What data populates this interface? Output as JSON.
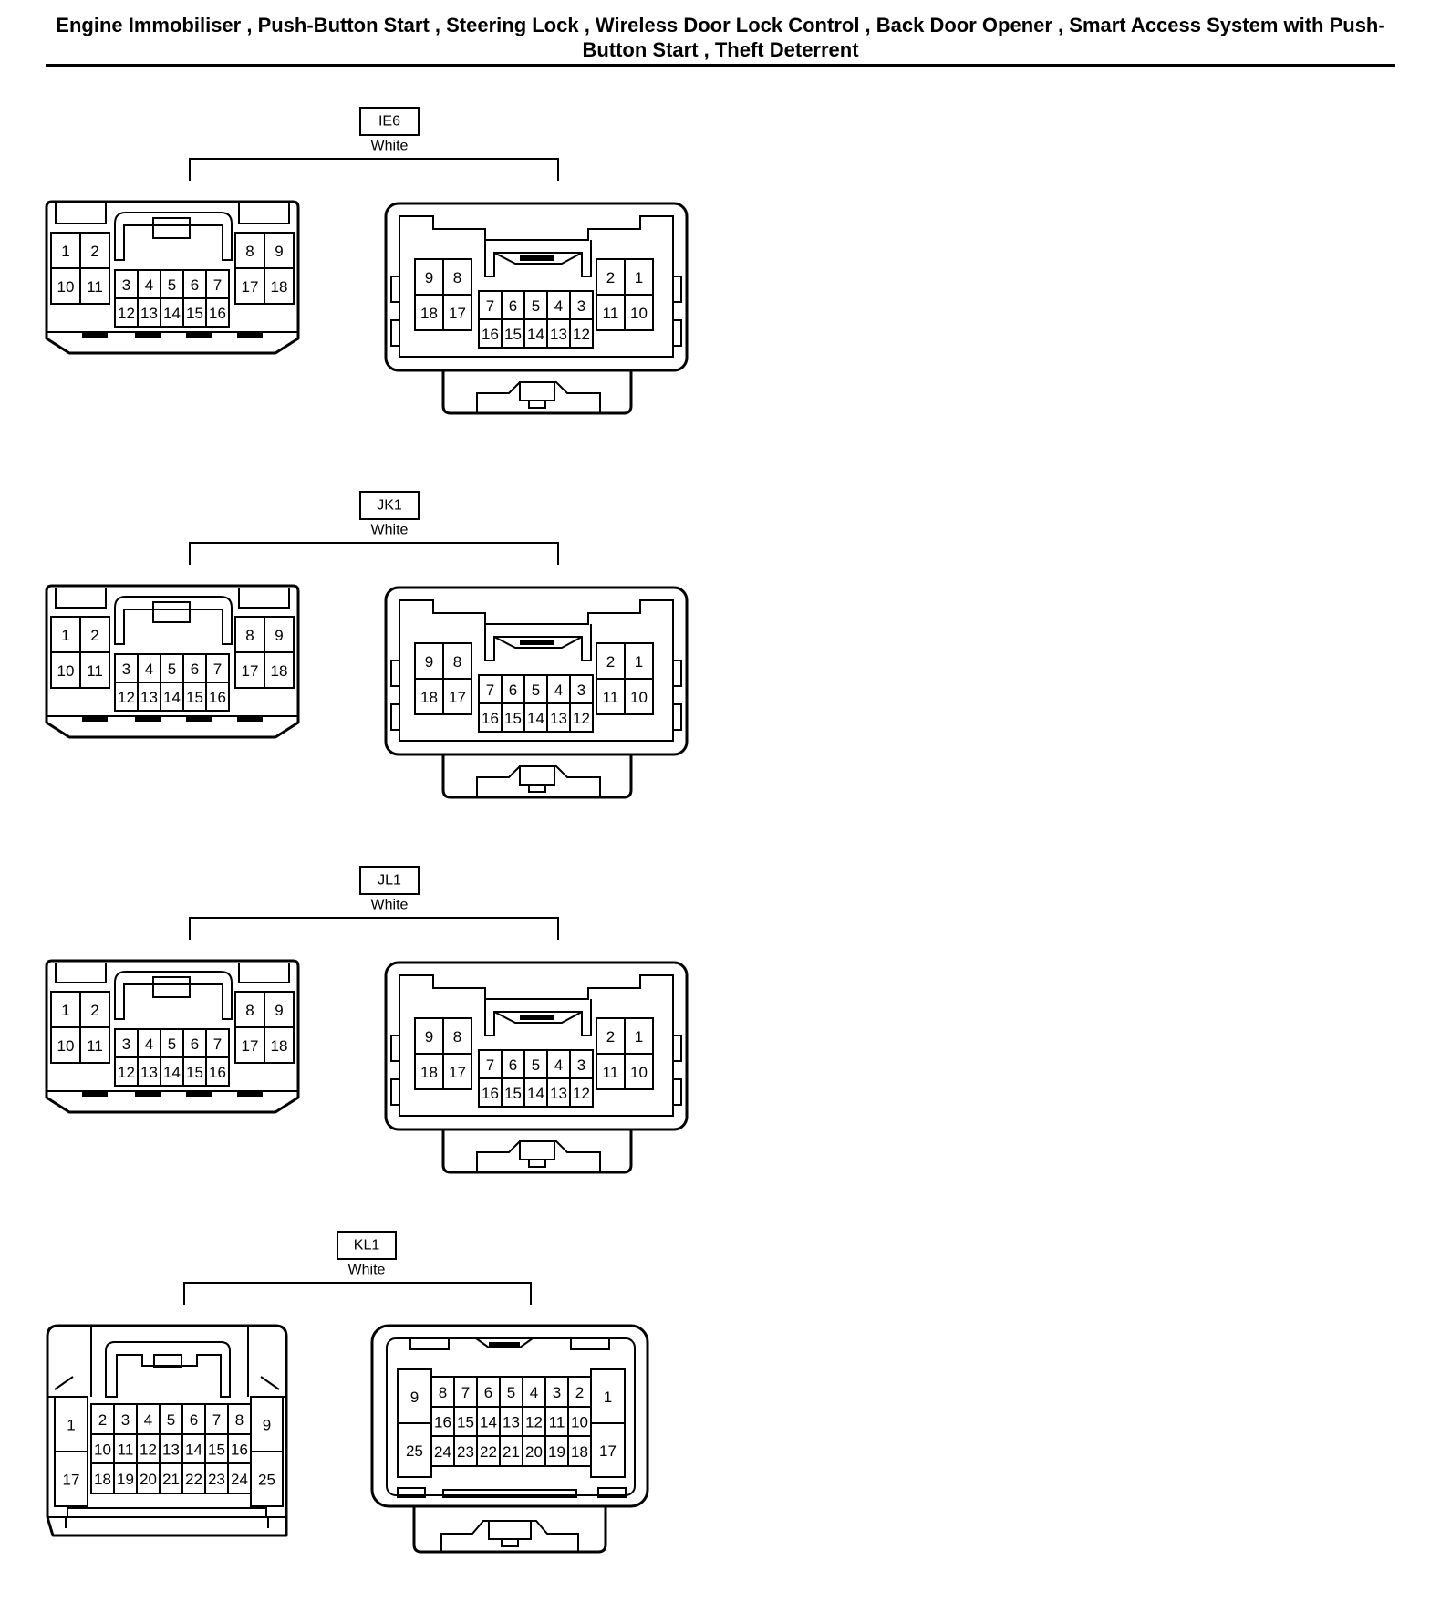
{
  "header": {
    "title_line1": "Engine Immobiliser , Push-Button Start , Steering Lock , Wireless Door Lock Control , Back Door Opener , Smart Access System with Push-",
    "title_line2": "Button Start , Theft Deterrent"
  },
  "connectors": [
    {
      "id": "IE6",
      "color_label": "White",
      "layout": "18",
      "left_pins": {
        "l_top": [
          "1",
          "2"
        ],
        "l_bot": [
          "10",
          "11"
        ],
        "c_top": [
          "3",
          "4",
          "5",
          "6",
          "7"
        ],
        "c_bot": [
          "12",
          "13",
          "14",
          "15",
          "16"
        ],
        "r_top": [
          "8",
          "9"
        ],
        "r_bot": [
          "17",
          "18"
        ]
      },
      "right_pins": {
        "l_top": [
          "9",
          "8"
        ],
        "l_bot": [
          "18",
          "17"
        ],
        "c_top": [
          "7",
          "6",
          "5",
          "4",
          "3"
        ],
        "c_bot": [
          "16",
          "15",
          "14",
          "13",
          "12"
        ],
        "r_top": [
          "2",
          "1"
        ],
        "r_bot": [
          "11",
          "10"
        ]
      }
    },
    {
      "id": "JK1",
      "color_label": "White",
      "layout": "18",
      "left_pins": {
        "l_top": [
          "1",
          "2"
        ],
        "l_bot": [
          "10",
          "11"
        ],
        "c_top": [
          "3",
          "4",
          "5",
          "6",
          "7"
        ],
        "c_bot": [
          "12",
          "13",
          "14",
          "15",
          "16"
        ],
        "r_top": [
          "8",
          "9"
        ],
        "r_bot": [
          "17",
          "18"
        ]
      },
      "right_pins": {
        "l_top": [
          "9",
          "8"
        ],
        "l_bot": [
          "18",
          "17"
        ],
        "c_top": [
          "7",
          "6",
          "5",
          "4",
          "3"
        ],
        "c_bot": [
          "16",
          "15",
          "14",
          "13",
          "12"
        ],
        "r_top": [
          "2",
          "1"
        ],
        "r_bot": [
          "11",
          "10"
        ]
      }
    },
    {
      "id": "JL1",
      "color_label": "White",
      "layout": "18",
      "left_pins": {
        "l_top": [
          "1",
          "2"
        ],
        "l_bot": [
          "10",
          "11"
        ],
        "c_top": [
          "3",
          "4",
          "5",
          "6",
          "7"
        ],
        "c_bot": [
          "12",
          "13",
          "14",
          "15",
          "16"
        ],
        "r_top": [
          "8",
          "9"
        ],
        "r_bot": [
          "17",
          "18"
        ]
      },
      "right_pins": {
        "l_top": [
          "9",
          "8"
        ],
        "l_bot": [
          "18",
          "17"
        ],
        "c_top": [
          "7",
          "6",
          "5",
          "4",
          "3"
        ],
        "c_bot": [
          "16",
          "15",
          "14",
          "13",
          "12"
        ],
        "r_top": [
          "2",
          "1"
        ],
        "r_bot": [
          "11",
          "10"
        ]
      }
    },
    {
      "id": "KL1",
      "color_label": "White",
      "layout": "25",
      "left_pins": {
        "l_top": "1",
        "l_bot": "17",
        "r1": [
          "2",
          "3",
          "4",
          "5",
          "6",
          "7",
          "8"
        ],
        "r2": [
          "10",
          "11",
          "12",
          "13",
          "14",
          "15",
          "16"
        ],
        "r3": [
          "18",
          "19",
          "20",
          "21",
          "22",
          "23",
          "24"
        ],
        "r_top": "9",
        "r_bot": "25"
      },
      "right_pins": {
        "l_top": "9",
        "l_bot": "25",
        "r1": [
          "8",
          "7",
          "6",
          "5",
          "4",
          "3",
          "2"
        ],
        "r2": [
          "16",
          "15",
          "14",
          "13",
          "12",
          "11",
          "10"
        ],
        "r3": [
          "24",
          "23",
          "22",
          "21",
          "20",
          "19",
          "18"
        ],
        "r_top": "1",
        "r_bot": "17"
      }
    }
  ]
}
